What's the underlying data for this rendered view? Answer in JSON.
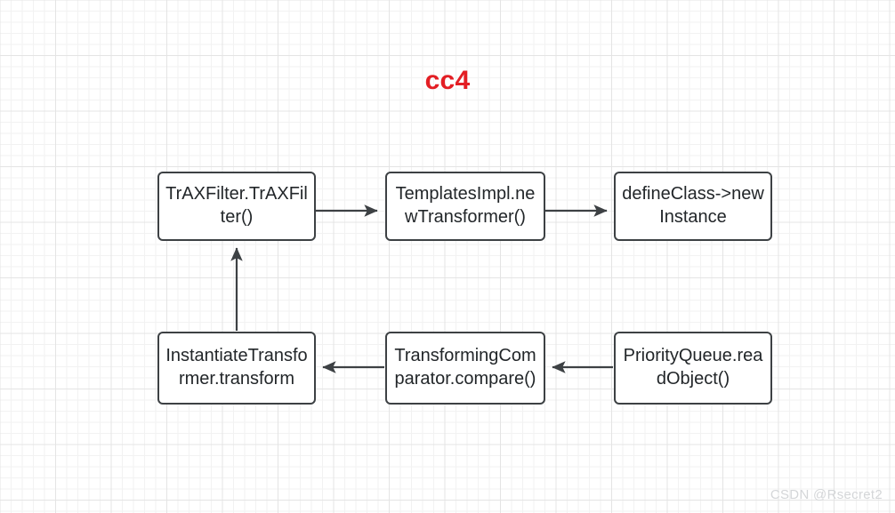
{
  "diagram": {
    "title": "cc4",
    "title_color": "#e31e24",
    "node_border_color": "#3d4144",
    "edge_color": "#3d4144",
    "background": "#ffffff",
    "grid_color": "#e4e4e4",
    "nodes": [
      {
        "id": "traxfilter",
        "label": "TrAXFilter.TrAXFilter()"
      },
      {
        "id": "templates",
        "label": "TemplatesImpl.newTransformer()"
      },
      {
        "id": "defineclass",
        "label": "defineClass->newInstance"
      },
      {
        "id": "instantiate",
        "label": "InstantiateTransformer.transform"
      },
      {
        "id": "comparator",
        "label": "TransformingComparator.compare()"
      },
      {
        "id": "priorityqueue",
        "label": "PriorityQueue.readObject()"
      }
    ],
    "edges": [
      {
        "from": "traxfilter",
        "to": "templates",
        "direction": "right"
      },
      {
        "from": "templates",
        "to": "defineclass",
        "direction": "right"
      },
      {
        "from": "instantiate",
        "to": "traxfilter",
        "direction": "up"
      },
      {
        "from": "comparator",
        "to": "instantiate",
        "direction": "left"
      },
      {
        "from": "priorityqueue",
        "to": "comparator",
        "direction": "left"
      }
    ]
  },
  "watermark": {
    "text": "CSDN @Rsecret2"
  }
}
